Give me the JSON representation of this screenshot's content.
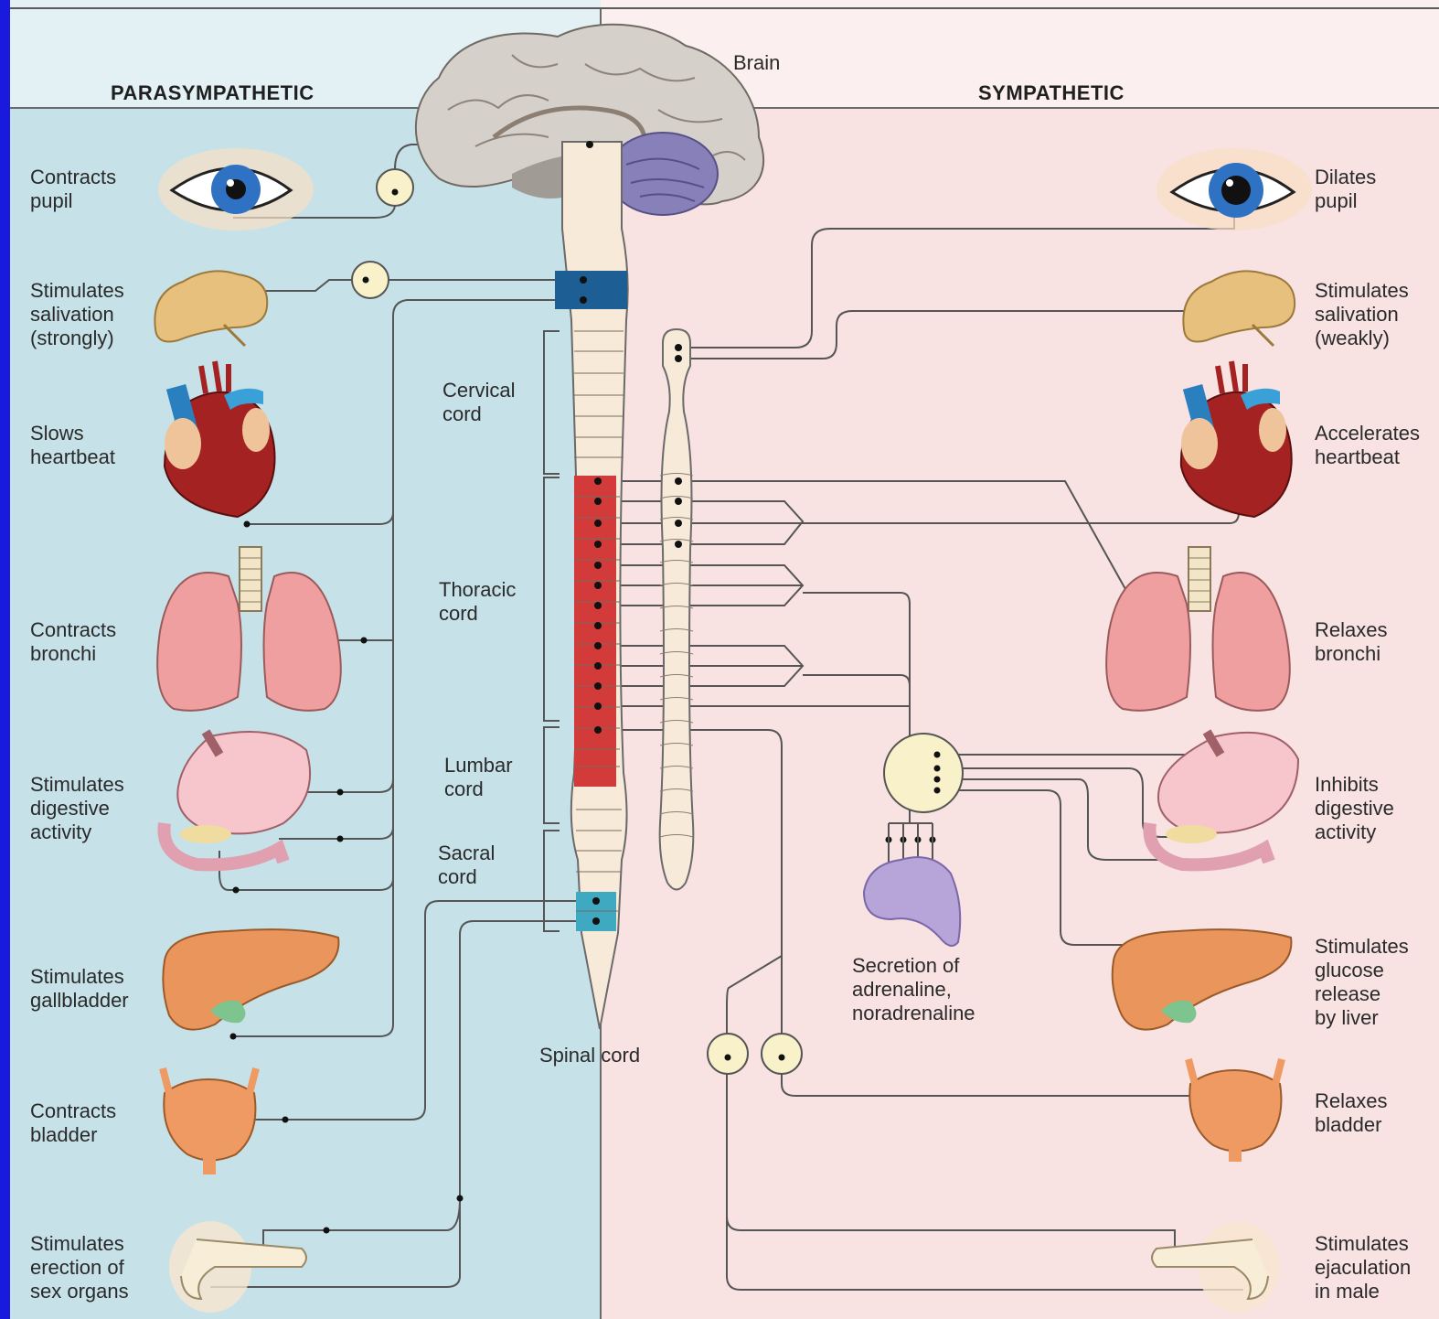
{
  "headers": {
    "parasympathetic": "PARASYMPATHETIC",
    "sympathetic": "SYMPATHETIC"
  },
  "labels": {
    "brain": "Brain",
    "spinal_cord": "Spinal cord",
    "cervical": "Cervical\ncord",
    "thoracic": "Thoracic\ncord",
    "lumbar": "Lumbar\ncord",
    "sacral": "Sacral\ncord",
    "adrenal": "Secretion of\nadrenaline,\nnoradrenaline"
  },
  "parasympathetic_effects": [
    "Contracts\npupil",
    "Stimulates\nsalivation\n(strongly)",
    "Slows\nheartbeat",
    "Contracts\nbronchi",
    "Stimulates\ndigestive\nactivity",
    "Stimulates\ngallbladder",
    "Contracts\nbladder",
    "Stimulates\nerection of\nsex organs"
  ],
  "sympathetic_effects": [
    "Dilates\npupil",
    "Stimulates\nsalivation\n(weakly)",
    "Accelerates\nheartbeat",
    "Relaxes\nbronchi",
    "Inhibits\ndigestive\nactivity",
    "Stimulates\nglucose\nrelease\nby liver",
    "Relaxes\nbladder",
    "Stimulates\nejaculation\nin male"
  ],
  "colors": {
    "parasympathetic_bg": "#c6e2e8",
    "sympathetic_bg": "#f8e2e2",
    "header_bg_left": "#e3f1f4",
    "header_bg_right": "#fcefef",
    "blue_border": "#1a1adf",
    "cranial_band": "#1d5f95",
    "thoracic_band": "#d33b3b",
    "sacral_band": "#40a9c2",
    "cord": "#f8ead8",
    "nerve": "#555555"
  }
}
